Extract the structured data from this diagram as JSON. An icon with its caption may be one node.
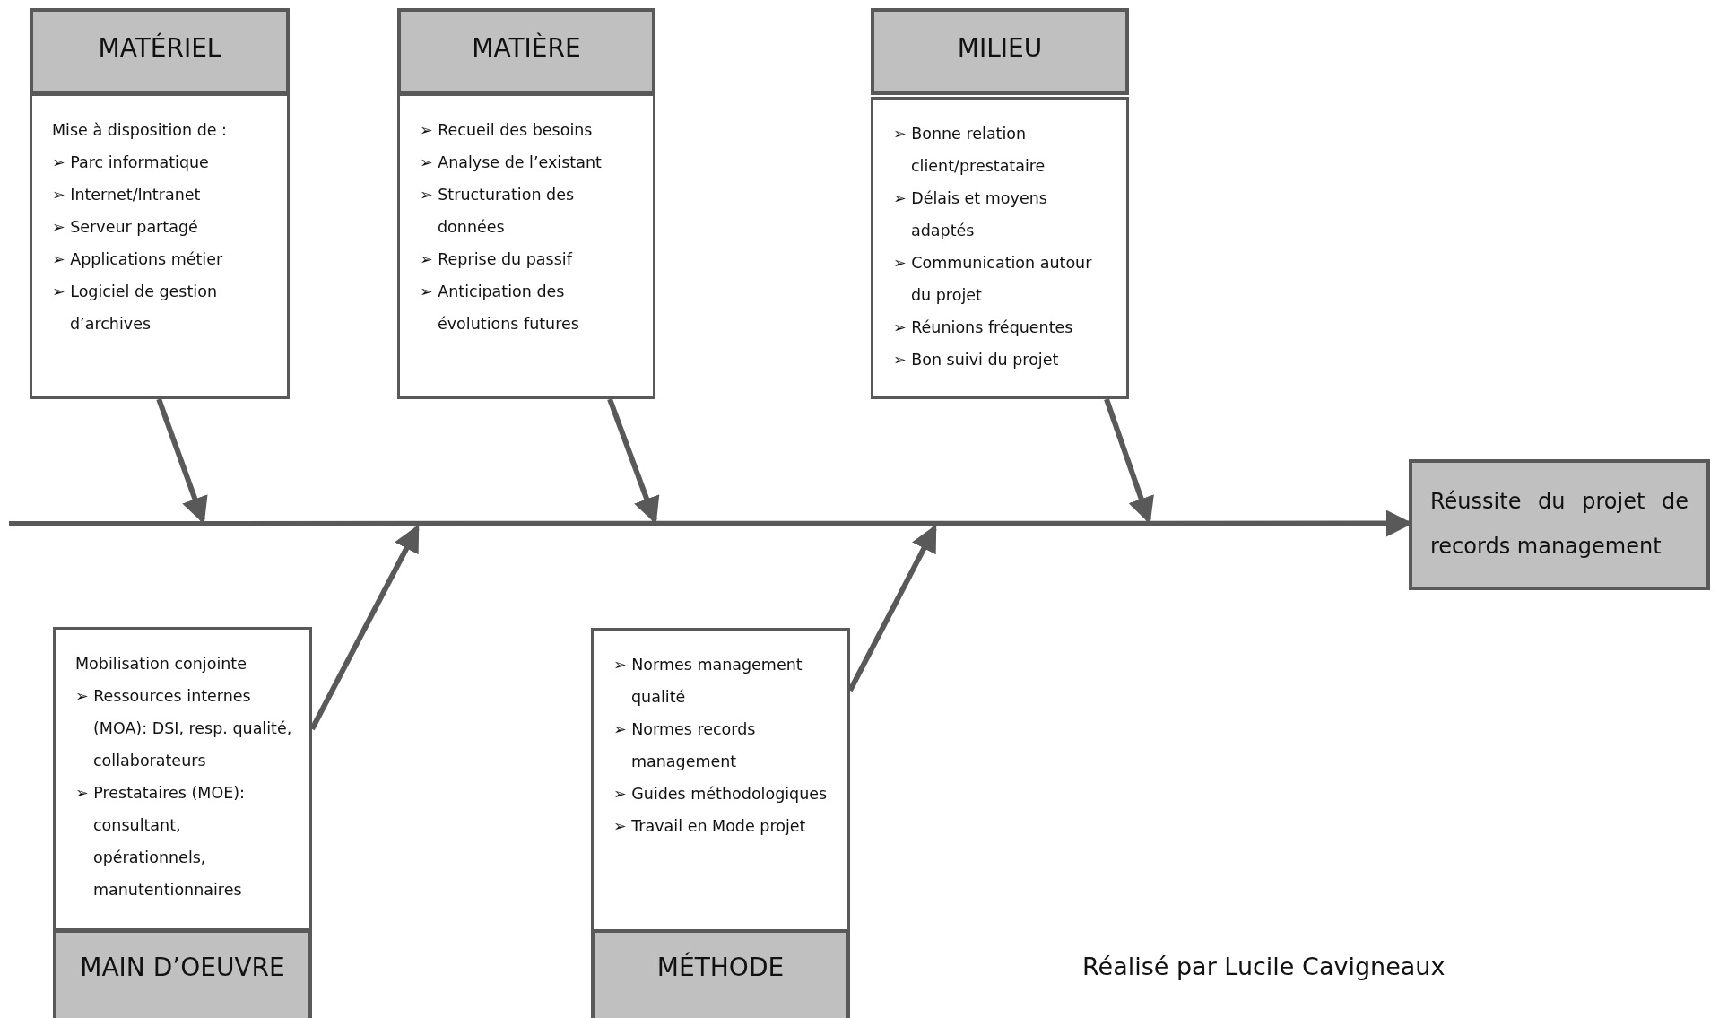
{
  "diagram": {
    "caption": "Réalisé par Lucile Cavigneaux",
    "nodes": [
      {
        "text": [
          "MATÉRIEL"
        ]
      },
      {
        "text": [
          "Mise à disposition de :",
          "➢ Parc informatique",
          "➢ Internet/Intranet",
          "➢ Serveur partagé",
          "➢ Applications métier",
          "➢ Logiciel de gestion d’archives"
        ]
      },
      {
        "text": [
          "MATIÈRE"
        ]
      },
      {
        "text": [
          "➢ Recueil des besoins",
          "➢ Analyse de l’existant",
          "➢ Structuration des données",
          "➢ Reprise du passif",
          "➢ Anticipation des évolutions futures"
        ]
      },
      {
        "text": [
          "MILIEU"
        ]
      },
      {
        "text": [
          "➢ Bonne relation client/prestataire",
          "➢ Délais et moyens adaptés",
          "➢ Communication autour du projet",
          "➢ Réunions fréquentes",
          "➢ Bon suivi du projet"
        ]
      },
      {
        "text": [
          "Réussite du projet de records management"
        ]
      },
      {
        "text": [
          "Mobilisation conjointe",
          "➢ Ressources internes (MOA): DSI, resp. qualité, collaborateurs",
          "➢ Prestataires (MOE): consultant, opérationnels, manutentionnaires"
        ]
      },
      {
        "text": [
          "MAIN D’OEUVRE"
        ]
      },
      {
        "text": [
          "➢ Normes management qualité",
          "➢ Normes records management",
          "➢ Guides méthodologiques",
          "➢ Travail en Mode projet"
        ]
      },
      {
        "text": [
          "MÉTHODE"
        ]
      }
    ],
    "edges": [
      {
        "from": null,
        "to": 6,
        "arrow": "to"
      },
      {
        "from": 1,
        "to": null,
        "arrow": "to"
      },
      {
        "from": 3,
        "to": null,
        "arrow": "to"
      },
      {
        "from": 5,
        "to": null,
        "arrow": "to"
      },
      {
        "from": 7,
        "to": null,
        "arrow": "to"
      },
      {
        "from": 9,
        "to": null,
        "arrow": "to"
      }
    ]
  }
}
